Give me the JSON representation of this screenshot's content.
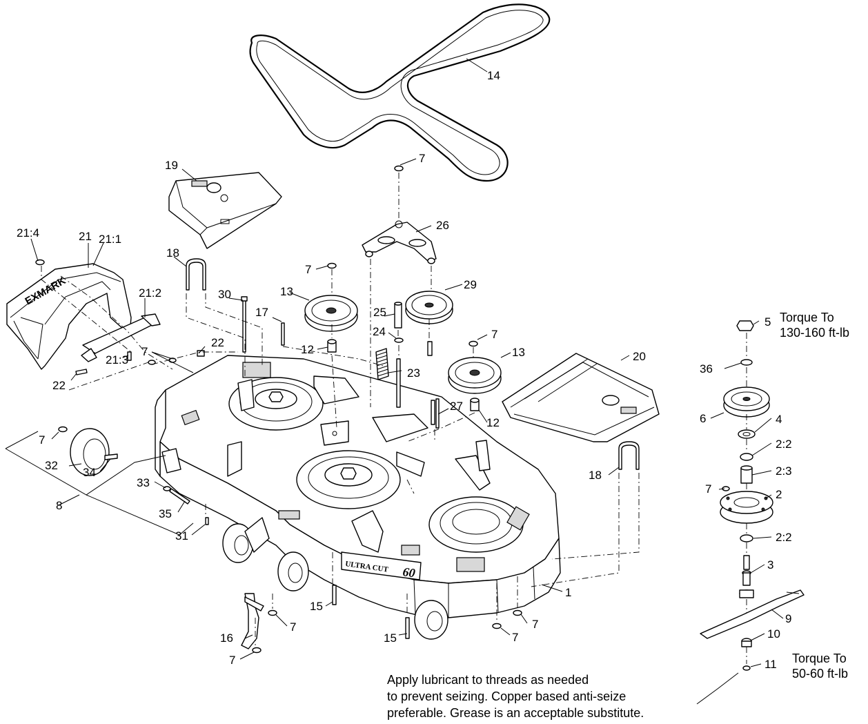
{
  "callouts": [
    {
      "id": "c14",
      "text": "14"
    },
    {
      "id": "c7a",
      "text": "7"
    },
    {
      "id": "c19",
      "text": "19"
    },
    {
      "id": "c26",
      "text": "26"
    },
    {
      "id": "c21_4",
      "text": "21:4"
    },
    {
      "id": "c21",
      "text": "21"
    },
    {
      "id": "c21_1",
      "text": "21:1"
    },
    {
      "id": "c18a",
      "text": "18"
    },
    {
      "id": "c7b",
      "text": "7"
    },
    {
      "id": "c29",
      "text": "29"
    },
    {
      "id": "c13a",
      "text": "13"
    },
    {
      "id": "c30",
      "text": "30"
    },
    {
      "id": "c21_2",
      "text": "21:2"
    },
    {
      "id": "c17",
      "text": "17"
    },
    {
      "id": "c25",
      "text": "25"
    },
    {
      "id": "c5",
      "text": "5"
    },
    {
      "id": "c24",
      "text": "24"
    },
    {
      "id": "c7c",
      "text": "7"
    },
    {
      "id": "c13b",
      "text": "13"
    },
    {
      "id": "c12a",
      "text": "12"
    },
    {
      "id": "c22a",
      "text": "22"
    },
    {
      "id": "c20",
      "text": "20"
    },
    {
      "id": "c7d",
      "text": "7"
    },
    {
      "id": "c36",
      "text": "36"
    },
    {
      "id": "c23",
      "text": "23"
    },
    {
      "id": "c22b",
      "text": "22"
    },
    {
      "id": "c21_3",
      "text": "21:3"
    },
    {
      "id": "c27",
      "text": "27"
    },
    {
      "id": "c12b",
      "text": "12"
    },
    {
      "id": "c6",
      "text": "6"
    },
    {
      "id": "c4",
      "text": "4"
    },
    {
      "id": "c7e",
      "text": "7"
    },
    {
      "id": "c2_2a",
      "text": "2:2"
    },
    {
      "id": "c32",
      "text": "32"
    },
    {
      "id": "c34",
      "text": "34"
    },
    {
      "id": "c18b",
      "text": "18"
    },
    {
      "id": "c2_3",
      "text": "2:3"
    },
    {
      "id": "c33",
      "text": "33"
    },
    {
      "id": "c8",
      "text": "8"
    },
    {
      "id": "c7f",
      "text": "7"
    },
    {
      "id": "c2",
      "text": "2"
    },
    {
      "id": "c35",
      "text": "35"
    },
    {
      "id": "c31",
      "text": "31"
    },
    {
      "id": "c2_2b",
      "text": "2:2"
    },
    {
      "id": "c3",
      "text": "3"
    },
    {
      "id": "c1",
      "text": "1"
    },
    {
      "id": "c9",
      "text": "9"
    },
    {
      "id": "c15a",
      "text": "15"
    },
    {
      "id": "c7g",
      "text": "7"
    },
    {
      "id": "c7h",
      "text": "7"
    },
    {
      "id": "c16",
      "text": "16"
    },
    {
      "id": "c15b",
      "text": "15"
    },
    {
      "id": "c7i",
      "text": "7"
    },
    {
      "id": "c10",
      "text": "10"
    },
    {
      "id": "c7j",
      "text": "7"
    },
    {
      "id": "c11",
      "text": "11"
    }
  ],
  "torque_notes": {
    "upper_line1": "Torque To",
    "upper_line2": "130-160 ft-lb",
    "lower_line1": "Torque To",
    "lower_line2": "50-60 ft-lb"
  },
  "instructions": {
    "line1": "Apply lubricant to threads as needed",
    "line2": "to prevent seizing. Copper based anti-seize",
    "line3": "preferable. Grease is an acceptable substitute."
  },
  "deck_logo": {
    "line1": "ULTRA CUT",
    "model": "60"
  },
  "guard_logo": "EXMARK"
}
